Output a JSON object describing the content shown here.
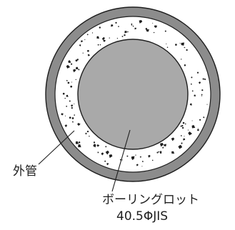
{
  "labels": {
    "outer_pipe": "外管",
    "boring_rod": "ボーリングロット",
    "rod_spec": "40.5ΦJIS"
  },
  "colors": {
    "outer_pipe_fill": "#8c8c8c",
    "fill_layer": "#ffffff",
    "rod_fill": "#a9a9a9",
    "outline": "#1e1e1e",
    "speckle": "#1e1e1e"
  }
}
